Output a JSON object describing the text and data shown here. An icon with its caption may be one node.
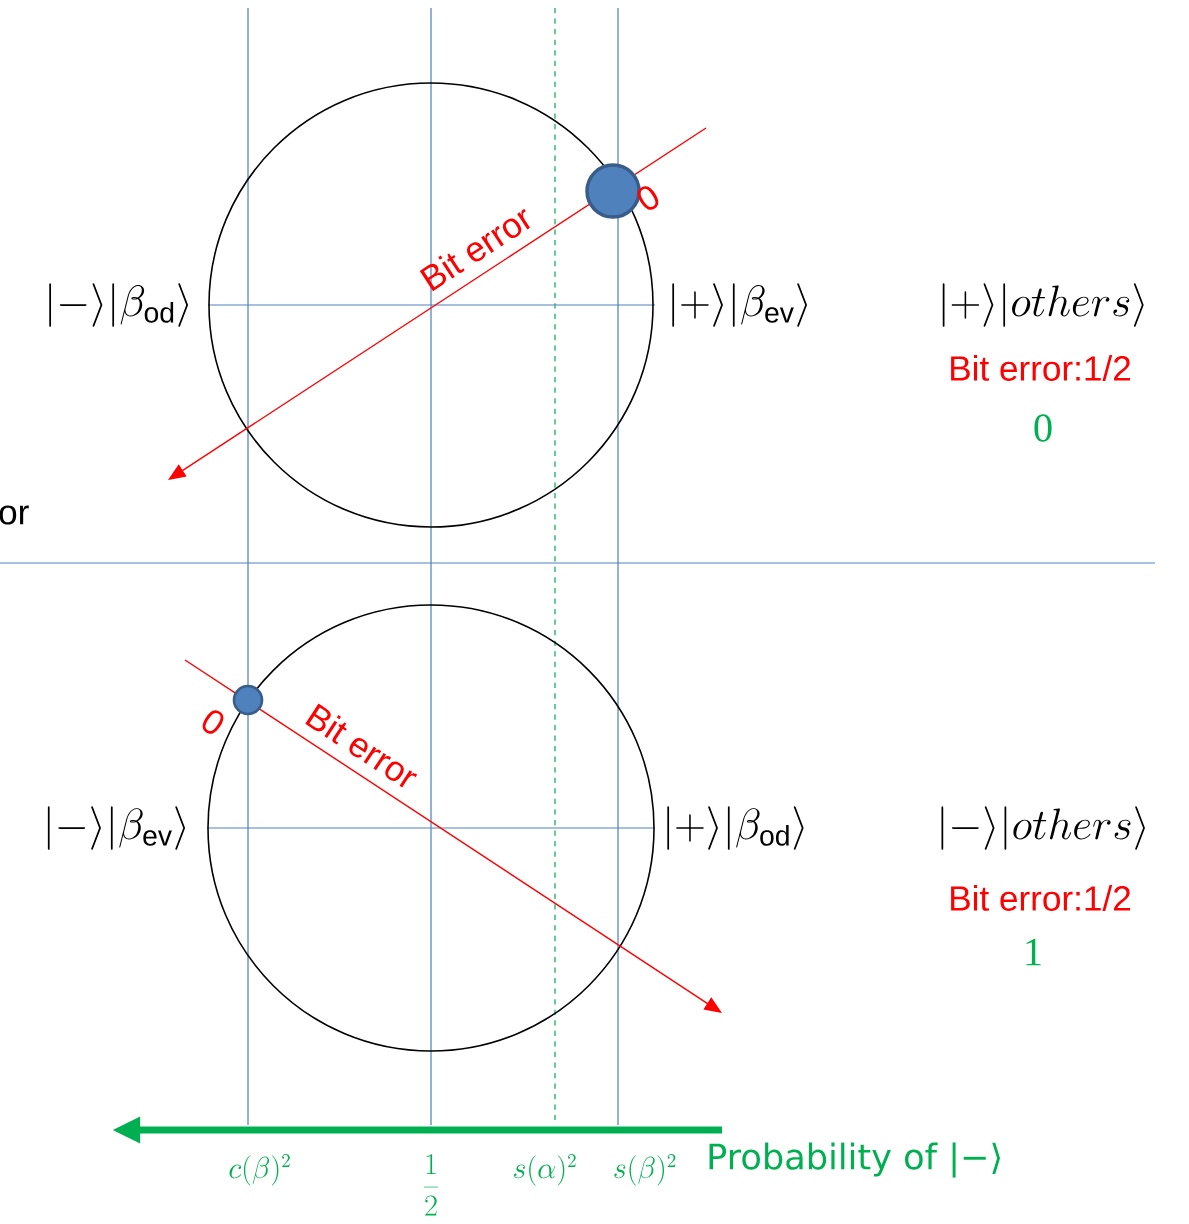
{
  "diagram": {
    "nodes": [
      {
        "text": [],
        "shape": "circle"
      },
      {
        "text": [],
        "shape": "circle"
      }
    ],
    "labels": [
      "Bit error",
      "0",
      "|-\\rangle|\\beta_{\\mathrm{od}}\\rangle",
      "|+\\rangle|\\beta_{\\mathrm{ev}}\\rangle",
      "|+\\rangle|others\\rangle",
      "Bit error:1/2",
      "0",
      "or",
      "0",
      "Bit error",
      "|-\\rangle|\\beta_{\\mathrm{ev}}\\rangle",
      "|+\\rangle|\\beta_{\\mathrm{od}}\\rangle",
      "|-\\rangle|others\\rangle",
      "Bit error:1/2",
      "1",
      "c(\\beta)^2",
      "\\frac{1}{2}",
      "s(\\alpha)^2",
      "s(\\beta)^2",
      "Probability of |−⟩"
    ]
  }
}
